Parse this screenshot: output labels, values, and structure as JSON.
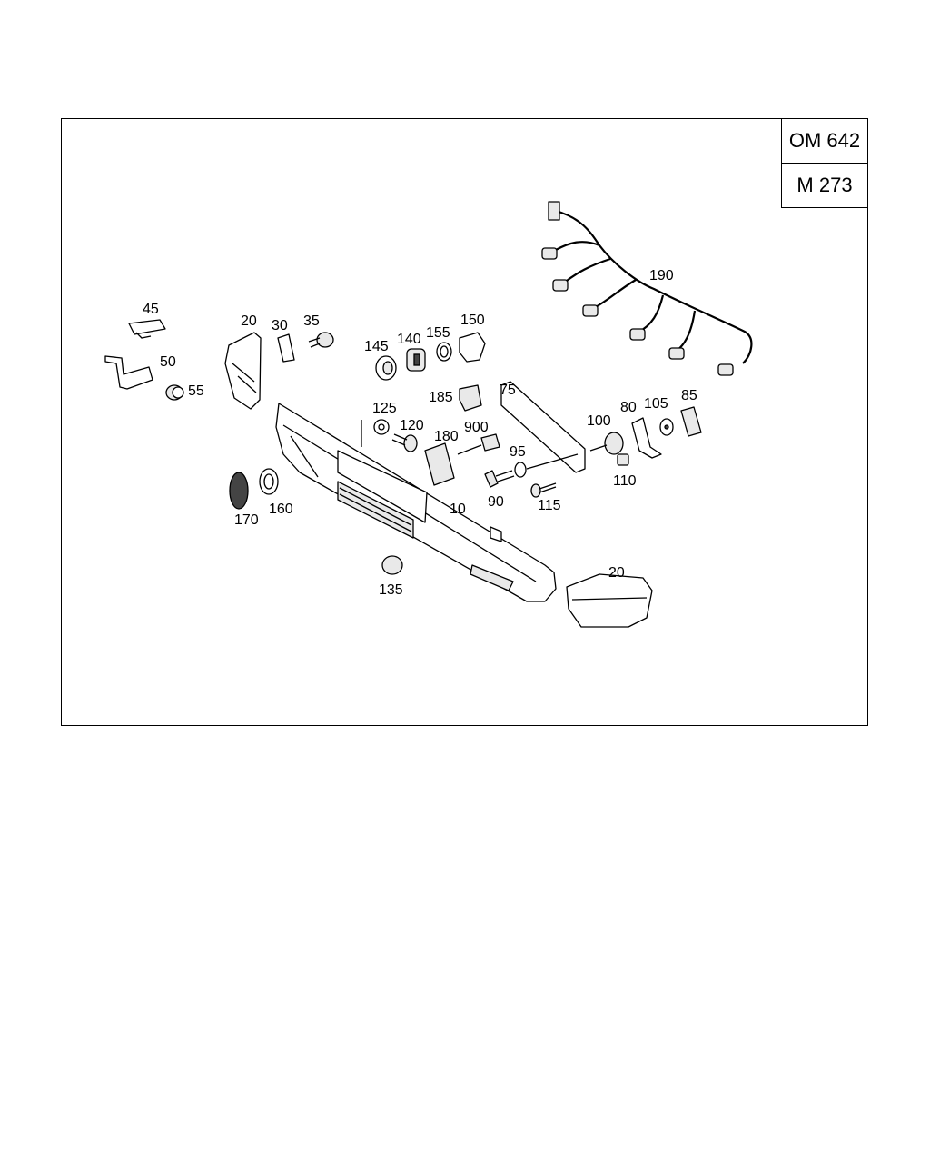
{
  "engine_codes": [
    "OM 642",
    "M 273"
  ],
  "part_labels": {
    "p10": "10",
    "p20a": "20",
    "p20b": "20",
    "p30": "30",
    "p35": "35",
    "p45": "45",
    "p50": "50",
    "p55": "55",
    "p75": "75",
    "p80": "80",
    "p85": "85",
    "p90": "90",
    "p95": "95",
    "p100": "100",
    "p105": "105",
    "p110": "110",
    "p115": "115",
    "p120": "120",
    "p125": "125",
    "p135": "135",
    "p140": "140",
    "p145": "145",
    "p150": "150",
    "p155": "155",
    "p160": "160",
    "p170": "170",
    "p180": "180",
    "p185": "185",
    "p190": "190",
    "p900": "900"
  }
}
